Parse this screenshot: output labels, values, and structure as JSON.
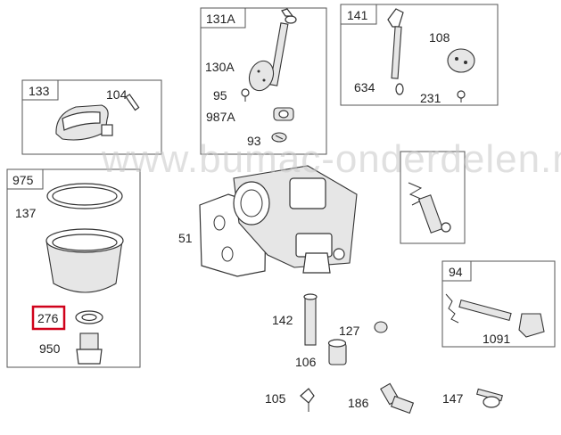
{
  "watermark": "www.bumac-onderdelen.nl",
  "highlight_color": "#d0021b",
  "highlighted_label": "276",
  "groups": {
    "g133": "133",
    "g131A": "131A",
    "g141": "141",
    "g975": "975",
    "g94": "94"
  },
  "labels": {
    "p104": "104",
    "p131A_inner": "130A",
    "p95": "95",
    "p987A": "987A",
    "p93": "93",
    "p108": "108",
    "p634": "634",
    "p231": "231",
    "p137": "137",
    "p276": "276",
    "p950": "950",
    "p51": "51",
    "p142": "142",
    "p127": "127",
    "p106": "106",
    "p105": "105",
    "p186": "186",
    "p147": "147",
    "p1091": "1091"
  }
}
